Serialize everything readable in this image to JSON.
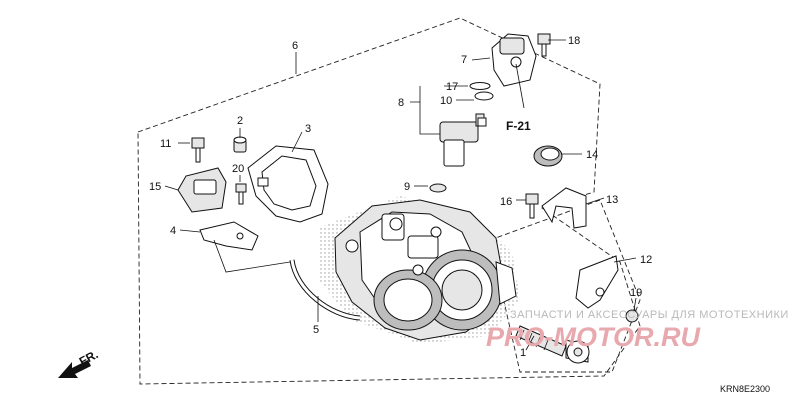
{
  "callouts": [
    {
      "id": "c1",
      "label": "1"
    },
    {
      "id": "c2",
      "label": "2"
    },
    {
      "id": "c3",
      "label": "3"
    },
    {
      "id": "c4",
      "label": "4"
    },
    {
      "id": "c5",
      "label": "5"
    },
    {
      "id": "c6",
      "label": "6"
    },
    {
      "id": "c7",
      "label": "7"
    },
    {
      "id": "c8",
      "label": "8"
    },
    {
      "id": "c9",
      "label": "9"
    },
    {
      "id": "c10",
      "label": "10"
    },
    {
      "id": "c11",
      "label": "11"
    },
    {
      "id": "c12",
      "label": "12"
    },
    {
      "id": "c13",
      "label": "13"
    },
    {
      "id": "c14",
      "label": "14"
    },
    {
      "id": "c15",
      "label": "15"
    },
    {
      "id": "c16",
      "label": "16"
    },
    {
      "id": "c17",
      "label": "17"
    },
    {
      "id": "c18",
      "label": "18"
    },
    {
      "id": "c19",
      "label": "19"
    },
    {
      "id": "c20",
      "label": "20"
    }
  ],
  "reference_label": "F-21",
  "direction_label": "FR.",
  "diagram_code": "KRN8E2300",
  "watermark": {
    "caption": "ЗАПЧАСТИ И АКСЕССУАРЫ ДЛЯ МОТОТЕХНИКИ",
    "logo": "PRO-MOTOR.RU"
  }
}
